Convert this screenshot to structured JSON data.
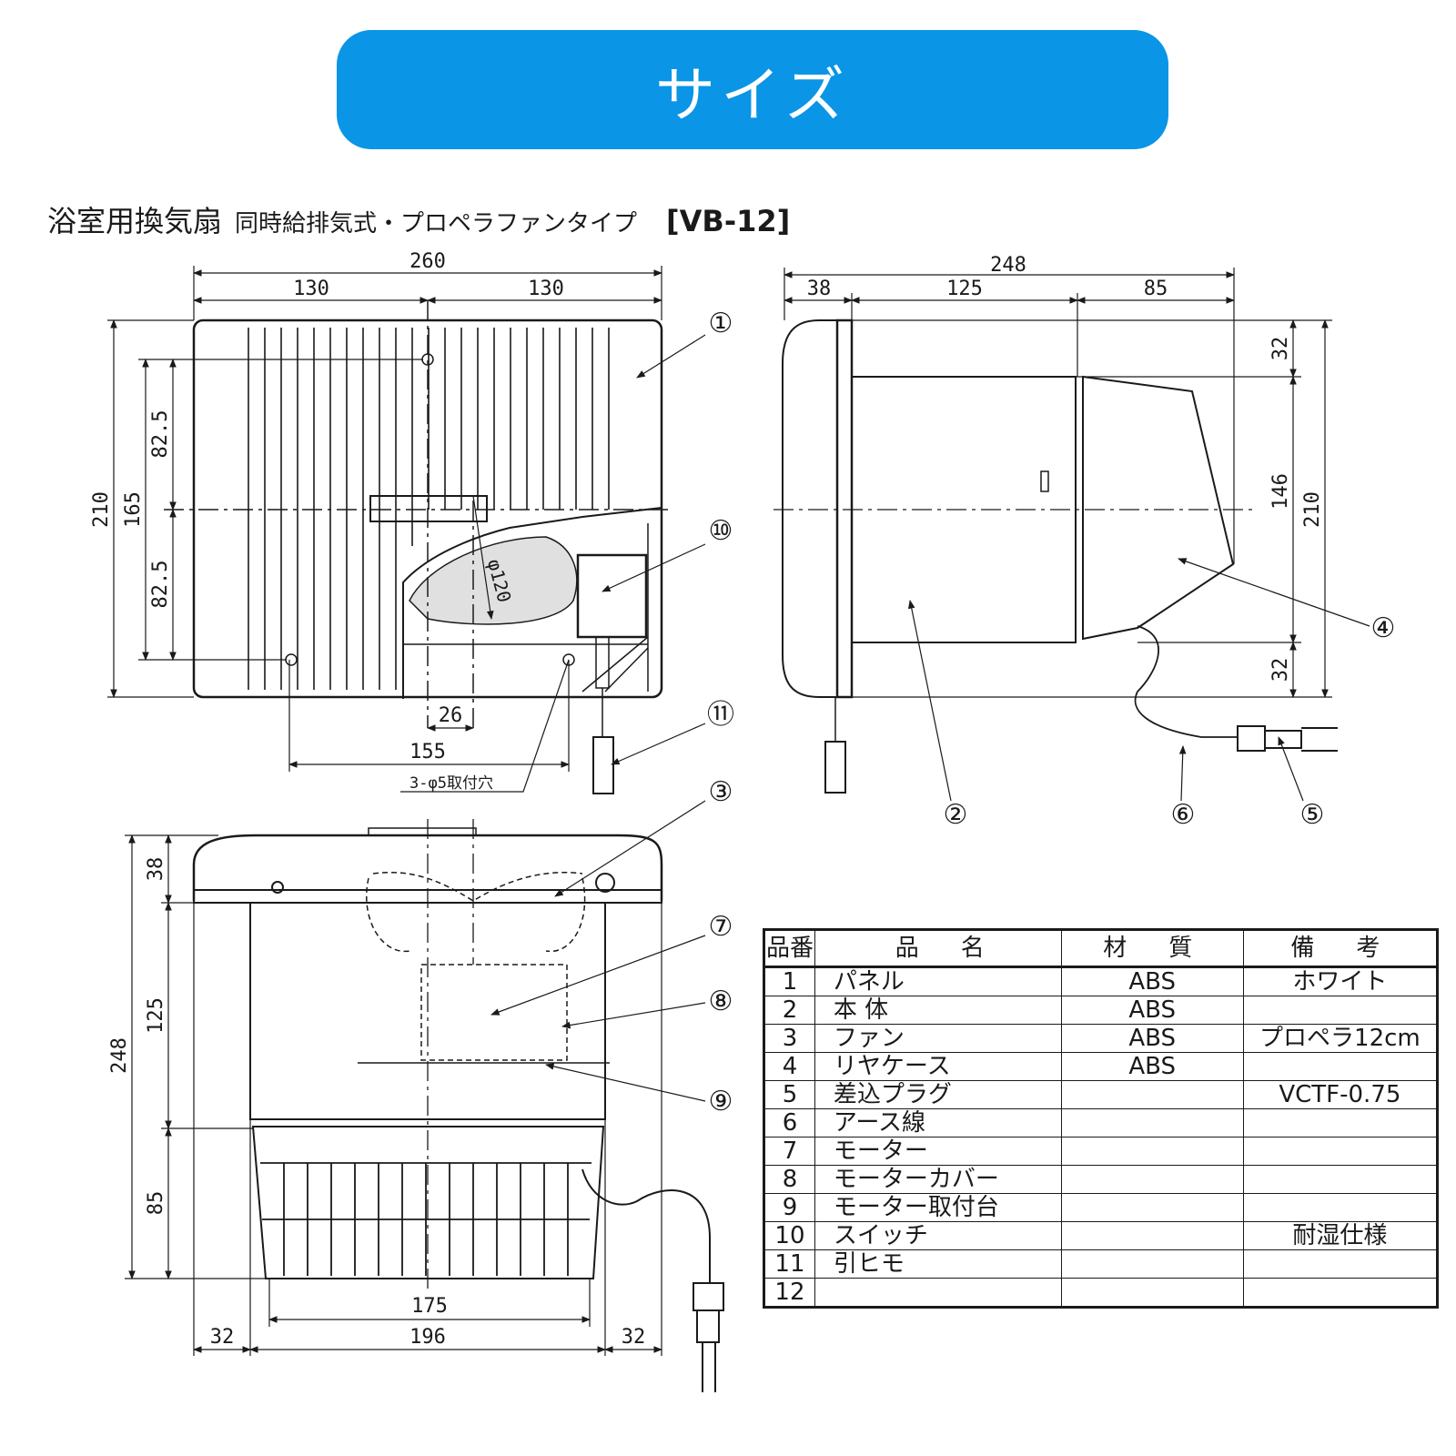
{
  "header": {
    "title": "サイズ"
  },
  "subtitle": {
    "product": "浴室用換気扇",
    "type": "同時給排気式・プロペラファンタイプ",
    "model": "[VB-12]"
  },
  "diagram": {
    "front_view": {
      "dim_width": "260",
      "dim_half_left": "130",
      "dim_half_right": "130",
      "dim_height": "210",
      "dim_inner_height": "165",
      "dim_upper": "82.5",
      "dim_lower": "82.5",
      "dim_offset": "26",
      "dim_hole_spacing": "155",
      "hole_note": "3-φ5取付穴",
      "fan_dia": "φ120"
    },
    "side_view": {
      "dim_depth": "248",
      "dim_panel": "38",
      "dim_body": "125",
      "dim_rear": "85",
      "dim_top": "32",
      "dim_mid": "146",
      "dim_bottom": "32",
      "dim_height": "210"
    },
    "bottom_view": {
      "dim_depth": "248",
      "dim_panel": "38",
      "dim_body": "125",
      "dim_rear": "85",
      "dim_inner": "175",
      "dim_width": "196",
      "dim_left": "32",
      "dim_right": "32"
    },
    "callouts": [
      "①",
      "②",
      "③",
      "④",
      "⑤",
      "⑥",
      "⑦",
      "⑧",
      "⑨",
      "⑩",
      "⑪"
    ]
  },
  "table": {
    "headers": [
      "品番",
      "品　名",
      "材　質",
      "備　考"
    ],
    "rows": [
      {
        "no": "1",
        "name": "パネル",
        "material": "ABS",
        "note": "ホワイト"
      },
      {
        "no": "2",
        "name": "本 体",
        "material": "ABS",
        "note": ""
      },
      {
        "no": "3",
        "name": "ファン",
        "material": "ABS",
        "note": "プロペラ12cm"
      },
      {
        "no": "4",
        "name": "リヤケース",
        "material": "ABS",
        "note": ""
      },
      {
        "no": "5",
        "name": "差込プラグ",
        "material": "",
        "note": "VCTF-0.75"
      },
      {
        "no": "6",
        "name": "アース線",
        "material": "",
        "note": ""
      },
      {
        "no": "7",
        "name": "モーター",
        "material": "",
        "note": ""
      },
      {
        "no": "8",
        "name": "モーターカバー",
        "material": "",
        "note": ""
      },
      {
        "no": "9",
        "name": "モーター取付台",
        "material": "",
        "note": ""
      },
      {
        "no": "10",
        "name": "スイッチ",
        "material": "",
        "note": "耐湿仕様"
      },
      {
        "no": "11",
        "name": "引ヒモ",
        "material": "",
        "note": ""
      },
      {
        "no": "12",
        "name": "",
        "material": "",
        "note": ""
      }
    ]
  }
}
